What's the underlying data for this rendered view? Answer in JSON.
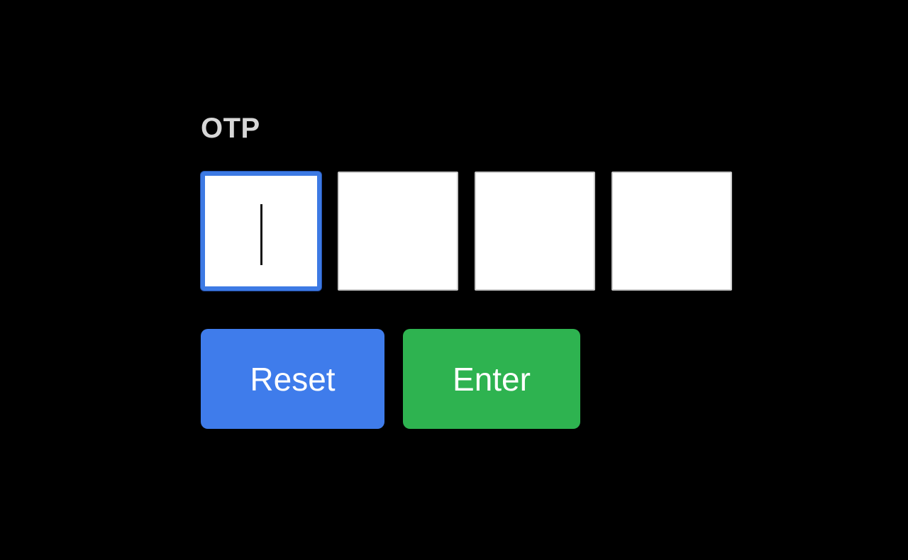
{
  "page": {
    "background": "#000000"
  },
  "otp_form": {
    "label": "OTP",
    "boxes": [
      {
        "value": "",
        "focused": true,
        "caret_visible": true
      },
      {
        "value": "",
        "focused": false,
        "caret_visible": false
      },
      {
        "value": "",
        "focused": false,
        "caret_visible": false
      },
      {
        "value": "",
        "focused": false,
        "caret_visible": false
      }
    ],
    "buttons": {
      "reset": "Reset",
      "enter": "Enter"
    },
    "colors": {
      "label": "#d7d7d7",
      "focus_ring": "#3d7ae4",
      "box_border": "#c9c9c9",
      "box_background": "#ffffff",
      "reset_bg": "#3f7ceb",
      "enter_bg": "#2eb350",
      "button_text": "#ffffff"
    }
  }
}
